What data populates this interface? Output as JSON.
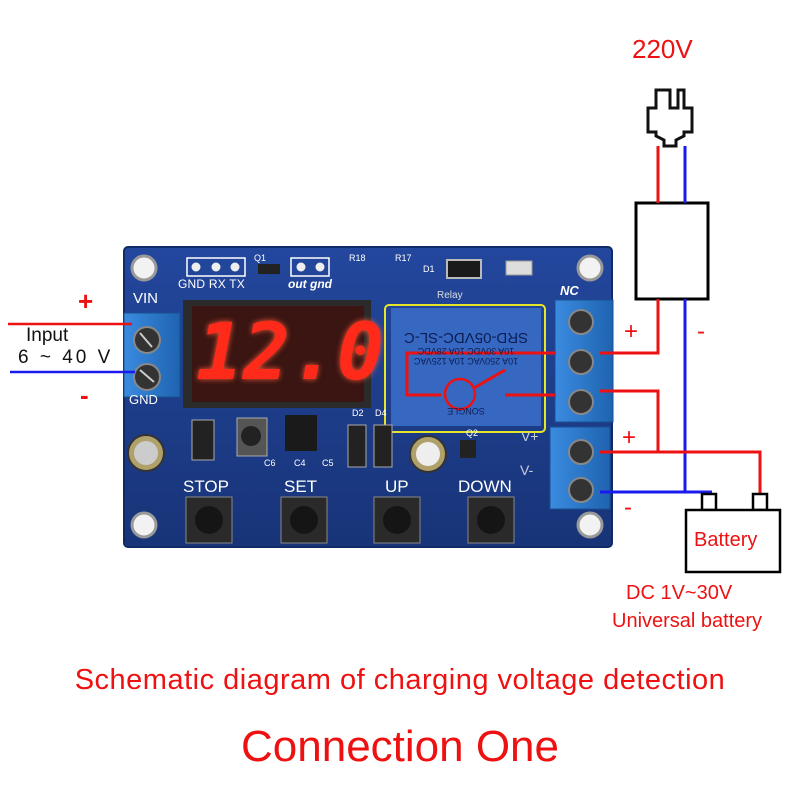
{
  "supply": {
    "label": "220V"
  },
  "input": {
    "label": "Input",
    "range": "6 ~ 40 V",
    "plus": "+",
    "minus": "-"
  },
  "board": {
    "display_value": "12.0",
    "header_pins": [
      "GND",
      "RX",
      "TX"
    ],
    "output_pins": [
      "out",
      "gnd"
    ],
    "components": [
      "Q1",
      "R18",
      "R17",
      "D1",
      "D2",
      "D4",
      "C6",
      "C4",
      "C5",
      "Q2"
    ],
    "terminal_labels": {
      "vin": "VIN",
      "gnd": "GND",
      "nc": "NC",
      "vplus": "V+",
      "vminus": "V-"
    },
    "buttons": [
      "STOP",
      "SET",
      "UP",
      "DOWN"
    ],
    "relay": {
      "model": "SRD-05VDC-SL-C",
      "rating1": "10A 30VDC  10A 28VDC",
      "rating2": "10A 250VAC  10A 125VAC",
      "brand": "SONGLE",
      "silk_label": "Relay"
    }
  },
  "adapter_polarity": {
    "plus": "+",
    "minus": "-"
  },
  "output_polarity": {
    "plus": "+",
    "minus": "-"
  },
  "battery": {
    "label": "Battery",
    "spec": "DC 1V~30V",
    "type": "Universal battery"
  },
  "captions": {
    "subtitle": "Schematic diagram of charging voltage detection",
    "title": "Connection One"
  },
  "colors": {
    "positive_wire": "#ee1111",
    "negative_wire": "#1a1aee",
    "pcb": "#1c3d8f",
    "terminal": "#2f7fd0",
    "led_segment": "#ff2a1a",
    "text_red": "#ee1111"
  }
}
